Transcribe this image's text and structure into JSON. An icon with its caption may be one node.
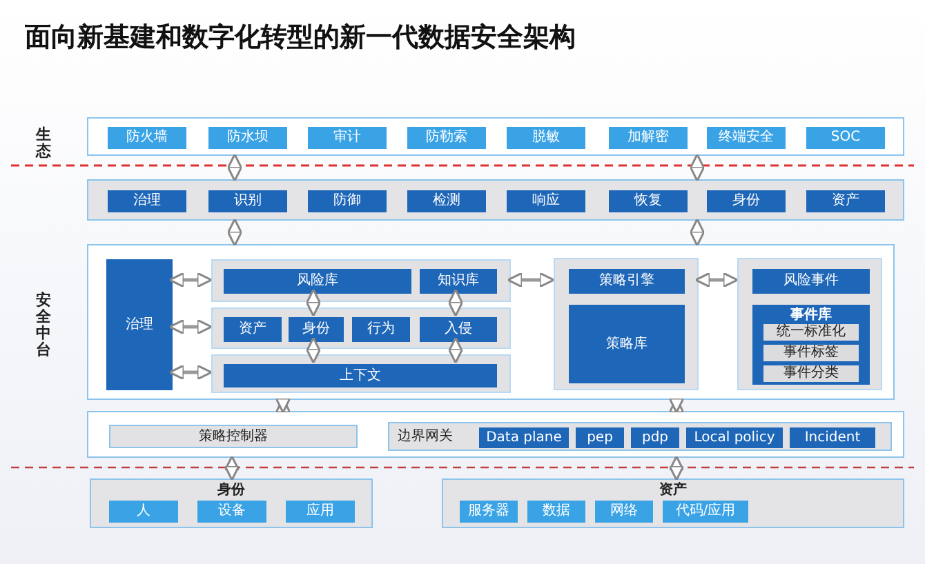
{
  "diagram": {
    "title": "面向新基建和数字化转型的新一代数据安全架构",
    "nodes": [
      {
        "text": [],
        "shape": "box"
      },
      {
        "text": [
          "防火墙"
        ],
        "in": 0
      },
      {
        "text": [
          "防水坝"
        ],
        "in": 0
      },
      {
        "text": [
          "审计"
        ],
        "in": 0
      },
      {
        "text": [
          "防勒索"
        ],
        "in": 0
      },
      {
        "text": [
          "脱敏"
        ],
        "in": 0
      },
      {
        "text": [
          "加解密"
        ],
        "in": 0
      },
      {
        "text": [
          "终端安全"
        ],
        "in": 0
      },
      {
        "text": [
          "SOC"
        ],
        "in": 0
      },
      {
        "text": [],
        "shape": "box"
      },
      {
        "text": [
          "治理"
        ],
        "in": 9
      },
      {
        "text": [
          "识别"
        ],
        "in": 9
      },
      {
        "text": [
          "防御"
        ],
        "in": 9
      },
      {
        "text": [
          "检测"
        ],
        "in": 9
      },
      {
        "text": [
          "响应"
        ],
        "in": 9
      },
      {
        "text": [
          "恢复"
        ],
        "in": 9
      },
      {
        "text": [
          "身份"
        ],
        "in": 9
      },
      {
        "text": [
          "资产"
        ],
        "in": 9
      },
      {
        "text": [],
        "shape": "box"
      },
      {
        "text": [
          "治理"
        ],
        "in": 18
      },
      {
        "text": [],
        "shape": "box",
        "in": 18
      },
      {
        "text": [
          "风险库"
        ],
        "in": 20
      },
      {
        "text": [
          "知识库"
        ],
        "in": 20
      },
      {
        "text": [],
        "shape": "box",
        "in": 18
      },
      {
        "text": [
          "资产"
        ],
        "in": 23
      },
      {
        "text": [
          "身份"
        ],
        "in": 23
      },
      {
        "text": [
          "行为"
        ],
        "in": 23
      },
      {
        "text": [
          "入侵"
        ],
        "in": 23
      },
      {
        "text": [],
        "shape": "box",
        "in": 18
      },
      {
        "text": [
          "上下文"
        ],
        "in": 28
      },
      {
        "text": [],
        "shape": "box",
        "in": 18
      },
      {
        "text": [
          "策略引擎"
        ],
        "in": 30
      },
      {
        "text": [
          "策略库"
        ],
        "in": 30
      },
      {
        "text": [],
        "shape": "box",
        "in": 18
      },
      {
        "text": [
          "风险事件"
        ],
        "in": 33
      },
      {
        "text": [
          "事件库"
        ],
        "in": 33
      },
      {
        "text": [
          "统一标准化"
        ],
        "in": 35
      },
      {
        "text": [
          "事件标签"
        ],
        "in": 35
      },
      {
        "text": [
          "事件分类"
        ],
        "in": 35
      },
      {
        "text": [],
        "shape": "box"
      },
      {
        "text": [
          "策略控制器"
        ],
        "in": 39
      },
      {
        "text": [
          "边界网关"
        ],
        "in": 39
      },
      {
        "text": [
          "Data plane"
        ],
        "in": 41
      },
      {
        "text": [
          "pep"
        ],
        "in": 41
      },
      {
        "text": [
          "pdp"
        ],
        "in": 41
      },
      {
        "text": [
          "Local policy"
        ],
        "in": 41
      },
      {
        "text": [
          "Incident"
        ],
        "in": 41
      },
      {
        "text": [
          "身份"
        ]
      },
      {
        "text": [
          "人"
        ],
        "in": 47
      },
      {
        "text": [
          "设备"
        ],
        "in": 47
      },
      {
        "text": [
          "应用"
        ],
        "in": 47
      },
      {
        "text": [
          "资产"
        ]
      },
      {
        "text": [
          "服务器"
        ],
        "in": 51
      },
      {
        "text": [
          "数据"
        ],
        "in": 51
      },
      {
        "text": [
          "网络"
        ],
        "in": 51
      },
      {
        "text": [
          "代码/应用"
        ],
        "in": 51
      }
    ],
    "edges": [
      {
        "from": 0,
        "to": 9,
        "arrow": "both"
      },
      {
        "from": 0,
        "to": 9,
        "arrow": "both"
      },
      {
        "from": 9,
        "to": 18,
        "arrow": "both"
      },
      {
        "from": 9,
        "to": 18,
        "arrow": "both"
      },
      {
        "from": 19,
        "to": 20,
        "arrow": "both"
      },
      {
        "from": 19,
        "to": 23,
        "arrow": "both"
      },
      {
        "from": 19,
        "to": 28,
        "arrow": "both"
      },
      {
        "from": 21,
        "to": 25,
        "arrow": "both"
      },
      {
        "from": 22,
        "to": 27,
        "arrow": "both"
      },
      {
        "from": 25,
        "to": 29,
        "arrow": "both"
      },
      {
        "from": 27,
        "to": 29,
        "arrow": "both"
      },
      {
        "from": 20,
        "to": 30,
        "arrow": "both"
      },
      {
        "from": 30,
        "to": 33,
        "arrow": "both"
      },
      {
        "from": 18,
        "to": 39,
        "arrow": "both"
      },
      {
        "from": 18,
        "to": 39,
        "arrow": "both"
      },
      {
        "from": 39,
        "to": 47,
        "arrow": "both"
      },
      {
        "from": 39,
        "to": 51,
        "arrow": "both"
      }
    ],
    "labels": [
      "生态",
      "安全中台"
    ]
  }
}
